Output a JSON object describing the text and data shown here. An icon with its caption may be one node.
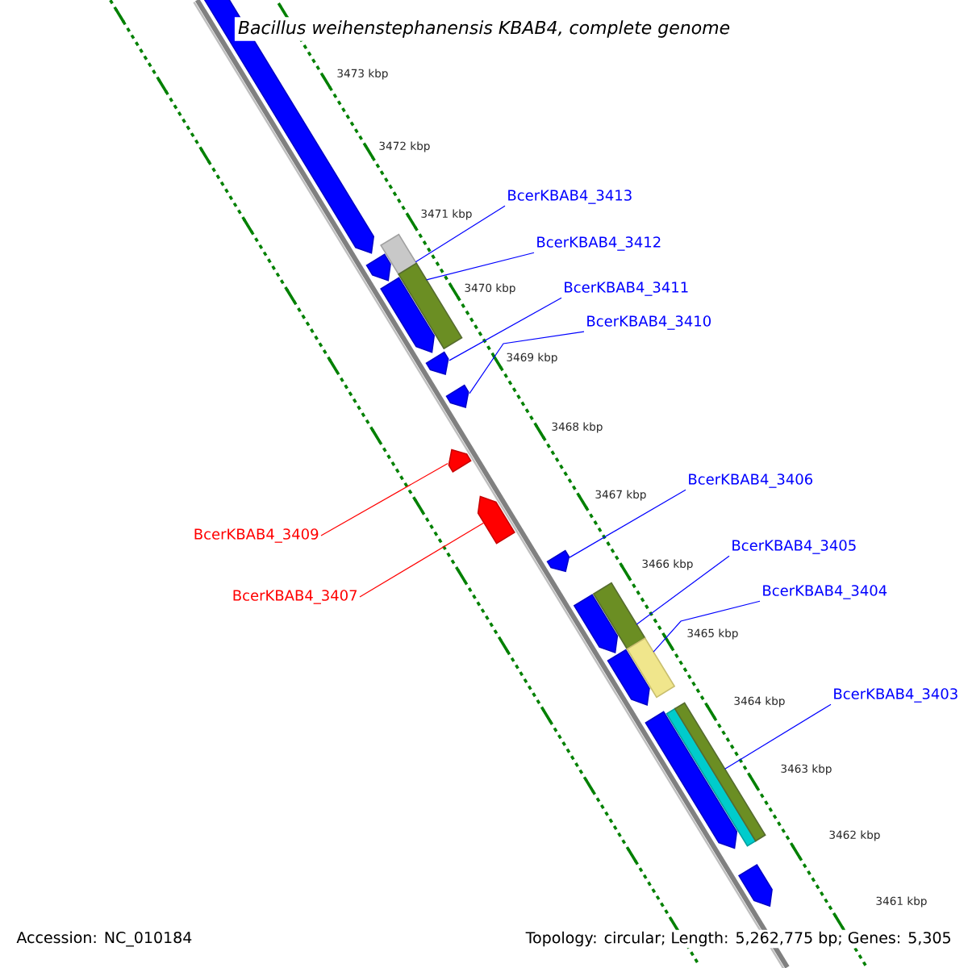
{
  "diagram": {
    "title": "Bacillus weihenstephanensis KBAB4, complete genome",
    "nodes": [
      {
        "text": [
          "BcerKBAB4_3413"
        ]
      },
      {
        "text": [
          "BcerKBAB4_3412"
        ]
      },
      {
        "text": [
          "BcerKBAB4_3411"
        ]
      },
      {
        "text": [
          "BcerKBAB4_3410"
        ]
      },
      {
        "text": [
          "BcerKBAB4_3406"
        ]
      },
      {
        "text": [
          "BcerKBAB4_3409"
        ]
      },
      {
        "text": [
          "BcerKBAB4_3405"
        ]
      },
      {
        "text": [
          "BcerKBAB4_3407"
        ]
      },
      {
        "text": [
          "BcerKBAB4_3404"
        ]
      },
      {
        "text": [
          "BcerKBAB4_3403"
        ]
      },
      {
        "text": [],
        "shape": "box"
      },
      {
        "text": [],
        "shape": "box"
      },
      {
        "text": [],
        "shape": "arrow"
      },
      {
        "text": [],
        "shape": "arrow"
      },
      {
        "text": [],
        "shape": "arrow"
      },
      {
        "text": [],
        "shape": "arrow"
      },
      {
        "text": [],
        "shape": "arrow"
      },
      {
        "text": [],
        "shape": "box"
      },
      {
        "text": [],
        "shape": "box"
      },
      {
        "text": [],
        "shape": "box"
      }
    ],
    "edges": [
      {
        "from": 0,
        "to": 10,
        "arrow": "none"
      },
      {
        "from": 1,
        "to": 11,
        "arrow": "none"
      },
      {
        "from": 2,
        "to": 12,
        "arrow": "none"
      },
      {
        "from": 3,
        "to": 13,
        "arrow": "none"
      },
      {
        "from": 4,
        "to": 16,
        "arrow": "none"
      },
      {
        "from": 5,
        "to": 14,
        "arrow": "none",
        "color": "#ff0000"
      },
      {
        "from": 6,
        "to": 17,
        "arrow": "none"
      },
      {
        "from": 7,
        "to": 15,
        "arrow": "none",
        "color": "#ff0000"
      },
      {
        "from": 8,
        "to": 18,
        "arrow": "none"
      },
      {
        "from": 9,
        "to": 19,
        "arrow": "none"
      }
    ],
    "labels": [
      "3473 kbp",
      "3472 kbp",
      "3471 kbp",
      "3470 kbp",
      "3469 kbp",
      "3468 kbp",
      "3467 kbp",
      "3466 kbp",
      "3465 kbp",
      "3464 kbp",
      "3463 kbp",
      "3462 kbp",
      "3461 kbp",
      "Accession: NC_010184",
      "Topology: circular; Length: 5,262,775 bp; Genes: 5,305"
    ]
  }
}
